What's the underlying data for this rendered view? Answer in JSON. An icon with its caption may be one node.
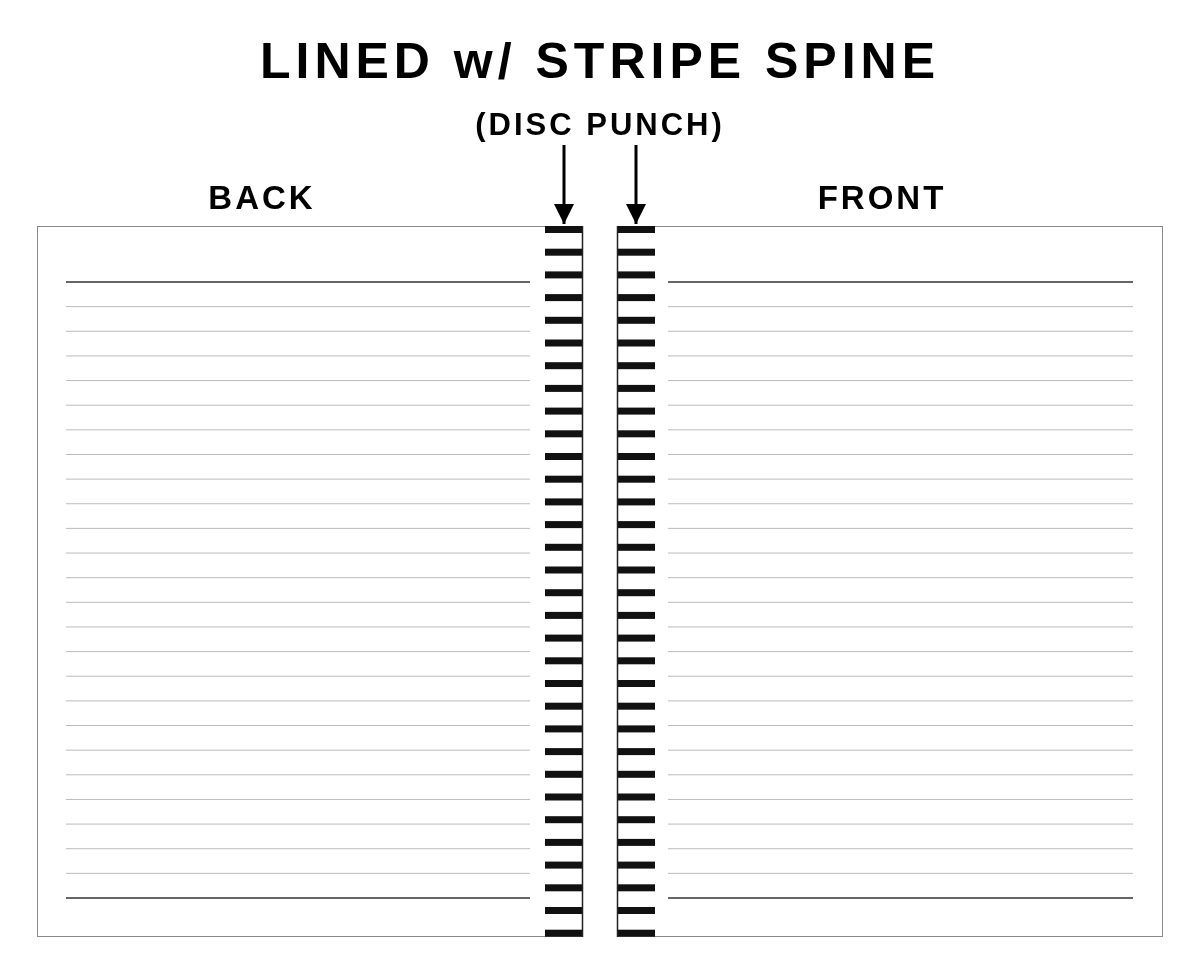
{
  "diagram": {
    "title": "LINED w/ STRIPE SPINE",
    "nodes": [
      {
        "text": [
          "(DISC PUNCH)"
        ]
      },
      {
        "text": [
          "BACK"
        ]
      },
      {
        "text": [],
        "shape": "bar",
        "in": 1
      },
      {
        "text": [
          "FRONT"
        ]
      },
      {
        "text": [],
        "shape": "bar",
        "in": 3
      }
    ],
    "edges": [
      {
        "from": 0,
        "to": 2,
        "arrow": "to"
      },
      {
        "from": 0,
        "to": 4,
        "arrow": "to"
      }
    ]
  }
}
